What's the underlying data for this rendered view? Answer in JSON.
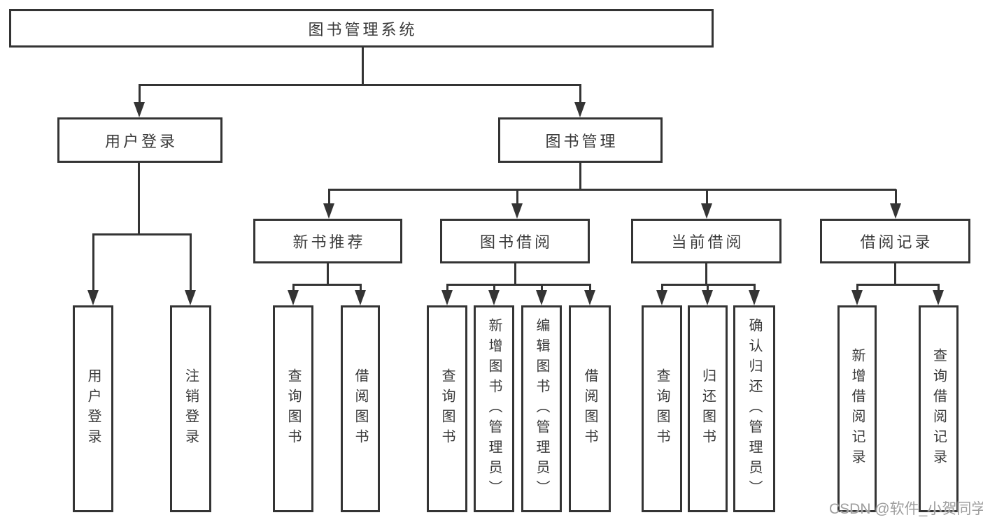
{
  "diagram": {
    "tree": {
      "label": "图书管理系统",
      "children": [
        {
          "label": "用户登录",
          "children": [
            {
              "label": "用户登录"
            },
            {
              "label": "注销登录"
            }
          ]
        },
        {
          "label": "图书管理",
          "children": [
            {
              "label": "新书推荐",
              "children": [
                {
                  "label": "查询图书"
                },
                {
                  "label": "借阅图书"
                }
              ]
            },
            {
              "label": "图书借阅",
              "children": [
                {
                  "label": "查询图书"
                },
                {
                  "label": "新增图书（管理员）"
                },
                {
                  "label": "编辑图书（管理员）"
                },
                {
                  "label": "借阅图书"
                }
              ]
            },
            {
              "label": "当前借阅",
              "children": [
                {
                  "label": "查询图书"
                },
                {
                  "label": "归还图书"
                },
                {
                  "label": "确认归还（管理员）"
                }
              ]
            },
            {
              "label": "借阅记录",
              "children": [
                {
                  "label": "新增借阅记录"
                },
                {
                  "label": "查询借阅记录"
                }
              ]
            }
          ]
        }
      ]
    }
  },
  "watermark": "CSDN @软件_小贺同学",
  "colors": {
    "line": "#343434",
    "text": "#3a3a3a",
    "watermark": "#9e9e9e",
    "background": "#ffffff"
  }
}
